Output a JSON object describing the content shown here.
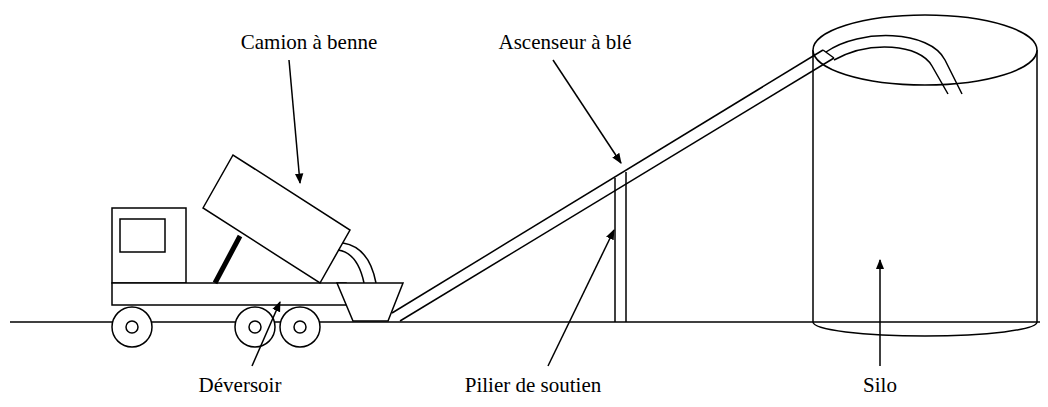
{
  "diagram": {
    "labels": [
      "Camion à benne",
      "Ascenseur à blé",
      "Déversoir",
      "Pilier de soutien",
      "Silo"
    ]
  }
}
